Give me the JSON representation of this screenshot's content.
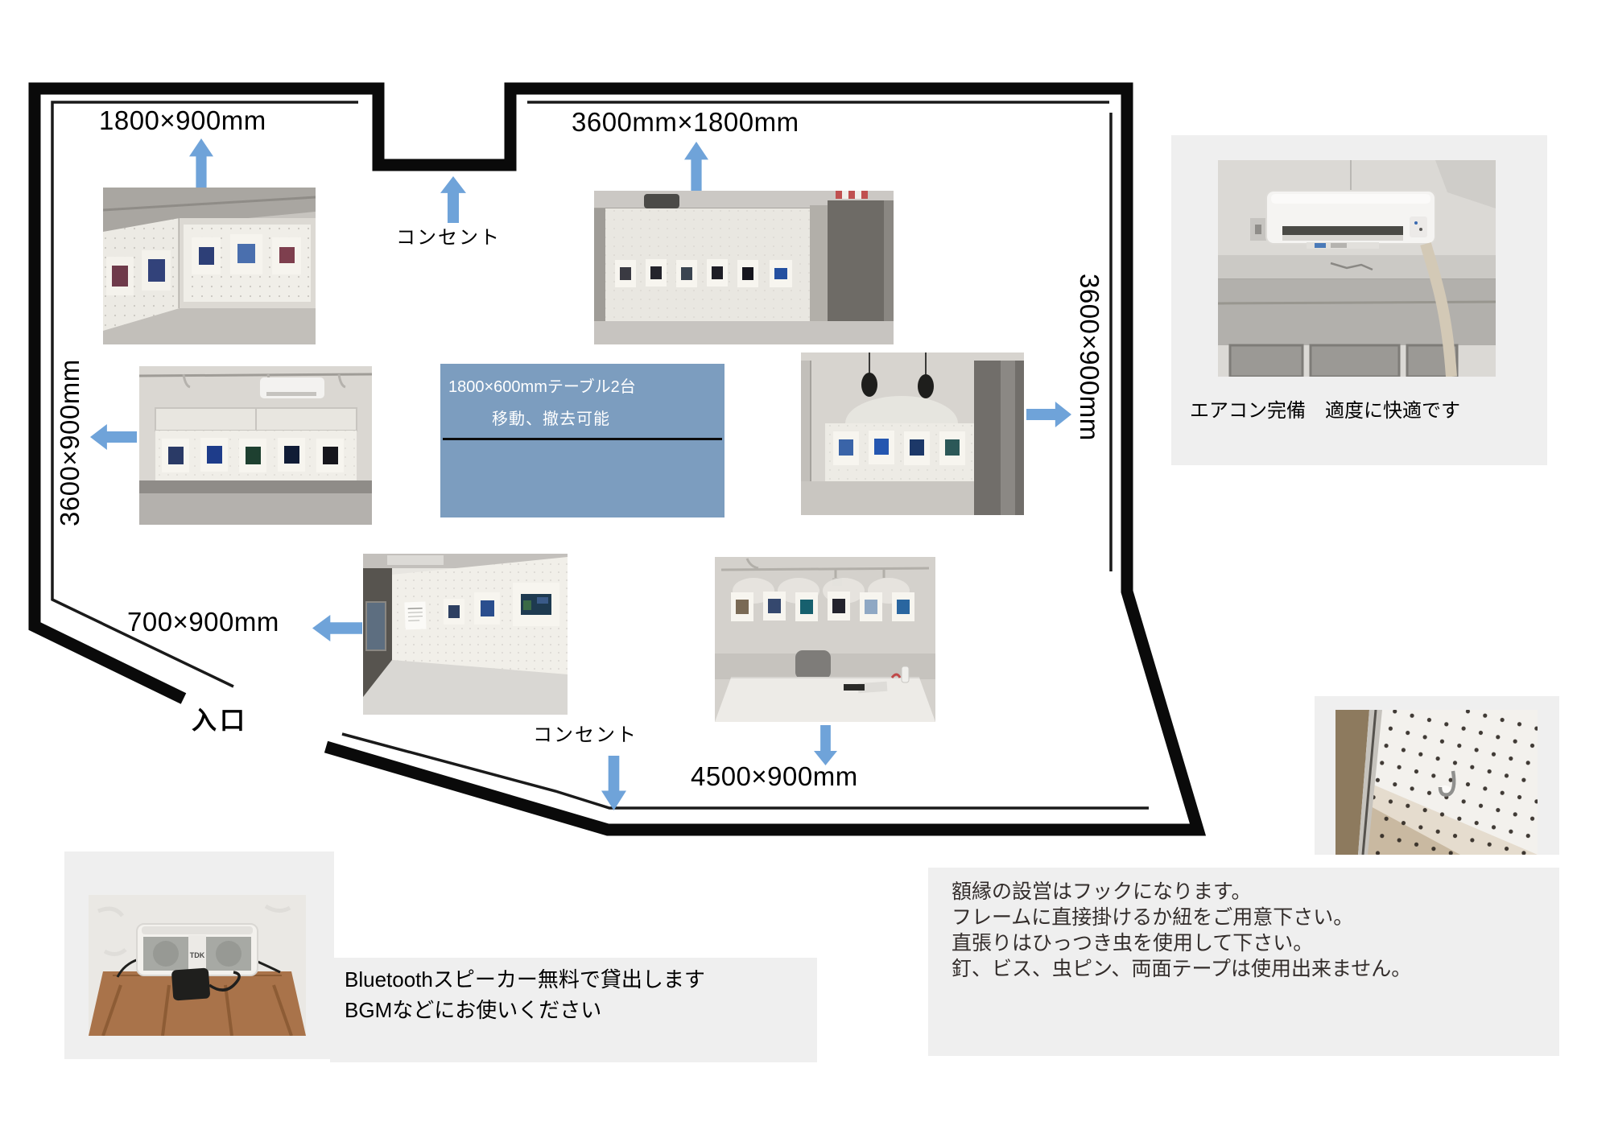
{
  "labels": {
    "dim_top_left": "1800×900mm",
    "dim_top_center": "3600mm×1800mm",
    "dim_left": "3600×900mm",
    "dim_right": "3600×900mm",
    "dim_bottom_left": "700×900mm",
    "dim_bottom": "4500×900mm",
    "outlet_top": "コンセント",
    "outlet_bottom": "コンセント",
    "entrance": "入口"
  },
  "table_box": {
    "line1": "1800×600mmテーブル2台",
    "line2": "移動、撤去可能"
  },
  "notes": {
    "aircon": "エアコン完備　適度に快適です",
    "bluetooth_line1": "Bluetoothスピーカー無料で貸出します",
    "bluetooth_line2": "BGMなどにお使いください",
    "hook_lines": [
      "額縁の設営はフックになります。",
      "フレームに直接掛けるか紐をご用意下さい。",
      "直張りはひっつき虫を使用して下さい。",
      "釘、ビス、虫ピン、両面テープは使用出来ません。"
    ]
  },
  "photos": {
    "speaker_brand": "TDK"
  },
  "colors": {
    "arrow": "#6fa3d9",
    "table": "#7c9dbf",
    "panel": "#efefef",
    "wall": "#0a0a0a",
    "text": "#111111"
  }
}
